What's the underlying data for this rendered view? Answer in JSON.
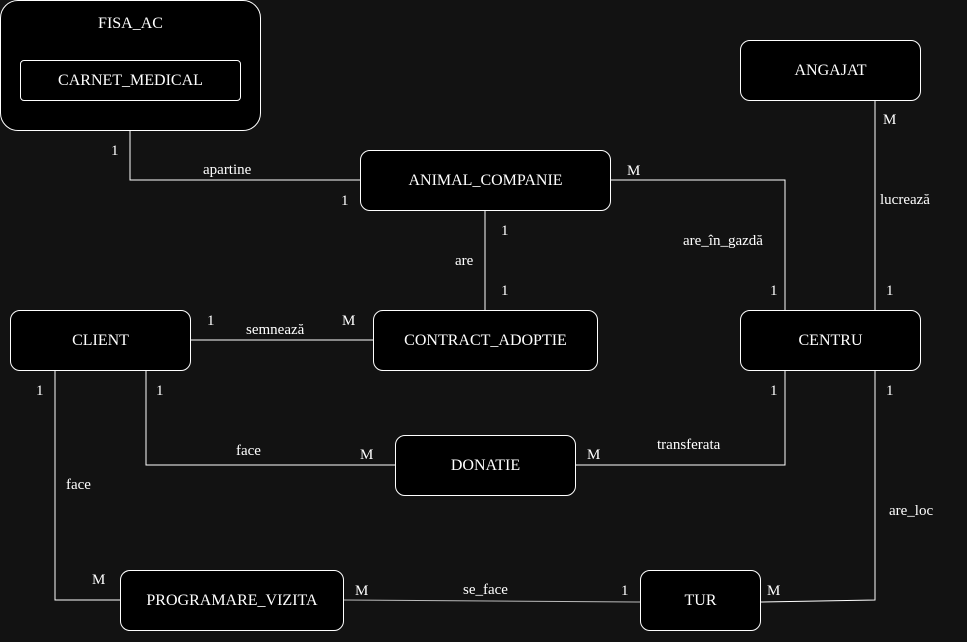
{
  "entities": {
    "fisa_ac": "FISA_AC",
    "carnet_medical": "CARNET_MEDICAL",
    "angajat": "ANGAJAT",
    "animal_companie": "ANIMAL_COMPANIE",
    "client": "CLIENT",
    "contract_adoptie": "CONTRACT_ADOPTIE",
    "centru": "CENTRU",
    "donatie": "DONATIE",
    "programare_vizita": "PROGRAMARE_VIZITA",
    "tur": "TUR"
  },
  "relationships": {
    "apartine": {
      "name": "apartine",
      "card_a": "1",
      "card_b": "1"
    },
    "lucreaza": {
      "name": "lucrează",
      "card_a": "M",
      "card_b": "1"
    },
    "are_in_gazda": {
      "name": "are_în_gazdă",
      "card_a": "M",
      "card_b": "1"
    },
    "are": {
      "name": "are",
      "card_a": "1",
      "card_b": "1"
    },
    "semneaza": {
      "name": "semnează",
      "card_a": "1",
      "card_b": "M"
    },
    "face_donatie": {
      "name": "face",
      "card_a": "1",
      "card_b": "M"
    },
    "transferata": {
      "name": "transferata",
      "card_a": "M",
      "card_b": "1"
    },
    "face_programare": {
      "name": "face",
      "card_a": "1",
      "card_b": "M"
    },
    "se_face": {
      "name": "se_face",
      "card_a": "M",
      "card_b": "1"
    },
    "are_loc": {
      "name": "are_loc",
      "card_a": "1",
      "card_b": "M"
    }
  },
  "colors": {
    "background": "#121212",
    "entity_fill": "#000000",
    "line": "#ffffff",
    "text": "#ffffff"
  }
}
